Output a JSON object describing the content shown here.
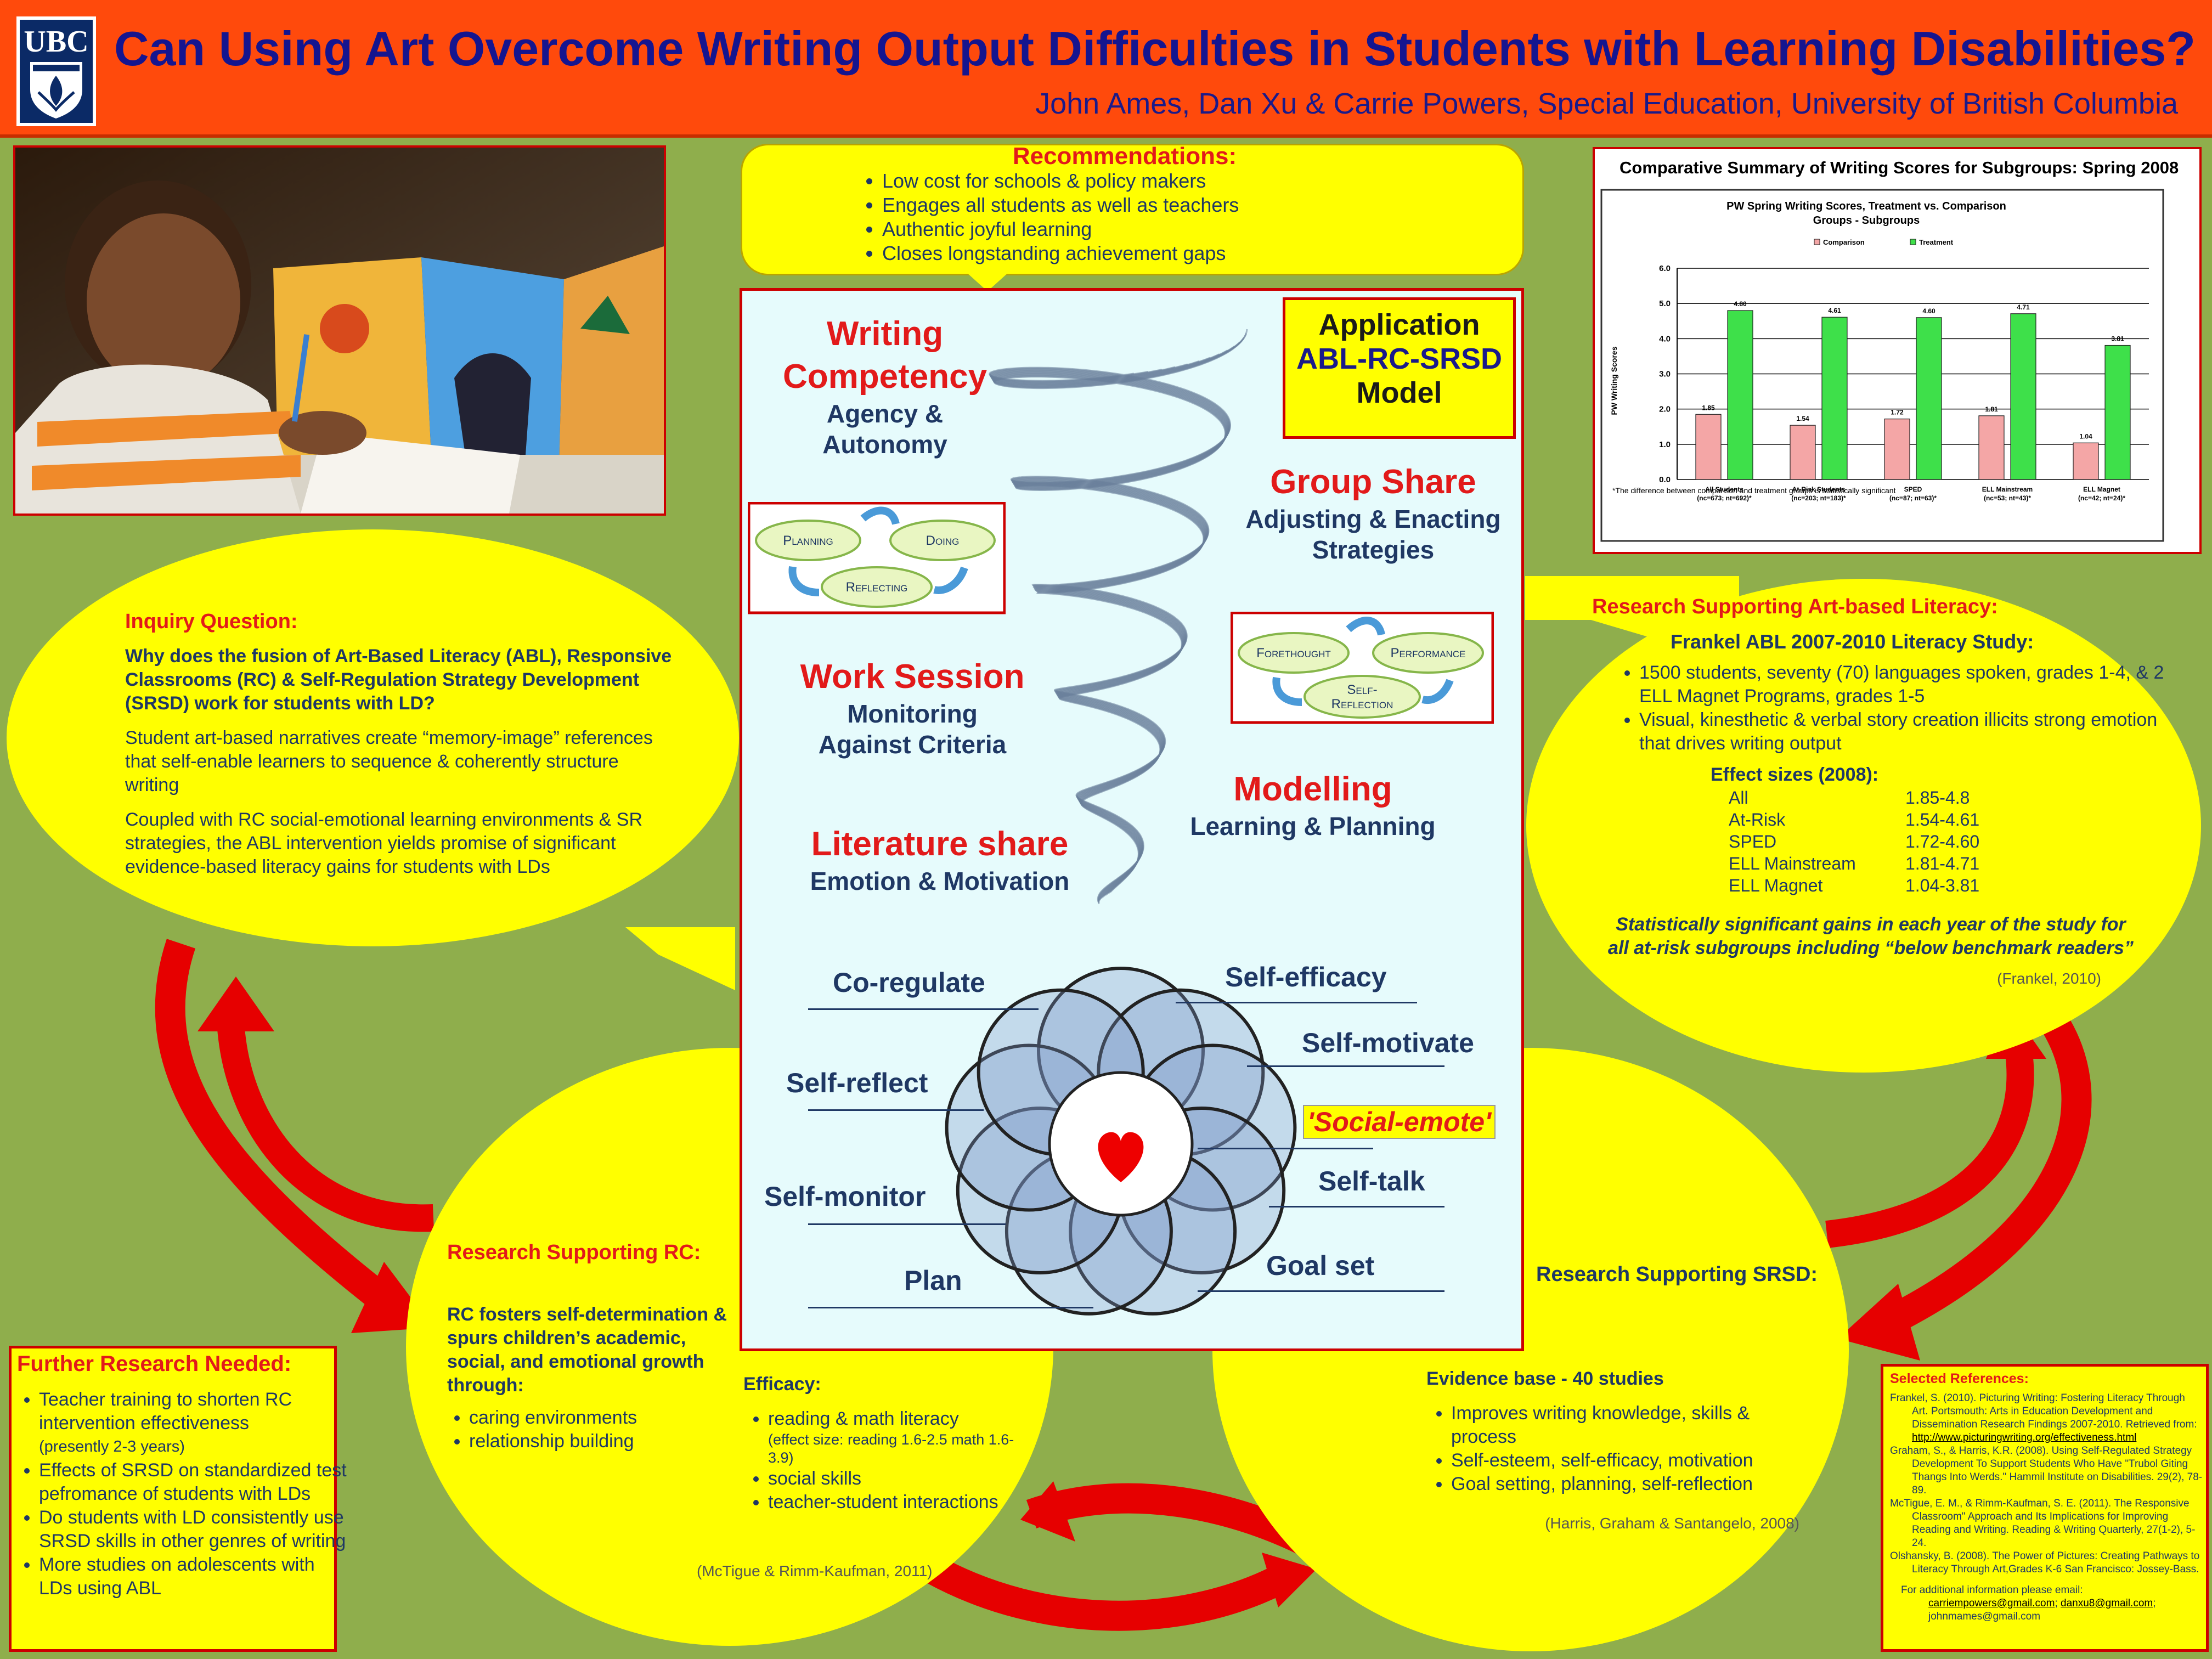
{
  "header": {
    "logo_text": "UBC",
    "title": "Can Using Art Overcome Writing Output Difficulties in Students with Learning Disabilities?",
    "authors": "John Ames, Dan Xu & Carrie Powers, Special Education, University of British Columbia"
  },
  "recommendations": {
    "heading": "Recommendations:",
    "items": [
      "Low cost for schools & policy makers",
      "Engages all students as well as teachers",
      "Authentic joyful learning",
      "Closes longstanding achievement gaps"
    ]
  },
  "model": {
    "application": [
      "Application",
      "ABL-RC-SRSD",
      "Model"
    ],
    "writing_competency": {
      "title1": "Writing",
      "title2": "Competency",
      "sub1": "Agency &",
      "sub2": "Autonomy"
    },
    "group_share": {
      "title": "Group Share",
      "sub1": "Adjusting & Enacting",
      "sub2": "Strategies"
    },
    "work_session": {
      "title": "Work Session",
      "sub1": "Monitoring",
      "sub2": "Against Criteria"
    },
    "modelling": {
      "title": "Modelling",
      "sub": "Learning & Planning"
    },
    "literature_share": {
      "title": "Literature share",
      "sub": "Emotion & Motivation"
    },
    "cycle1": [
      "Planning",
      "Doing",
      "Reflecting"
    ],
    "cycle2": [
      "Forethought",
      "Performance",
      "Self-",
      "Reflection"
    ],
    "flower": {
      "co_regulate": "Co-regulate",
      "self_efficacy": "Self-efficacy",
      "self_motivate": "Self-motivate",
      "self_reflect": "Self-reflect",
      "social_emote": "'Social-emote'",
      "self_talk": "Self-talk",
      "self_monitor": "Self-monitor",
      "goal_set": "Goal set",
      "plan": "Plan"
    }
  },
  "summary": {
    "outer_title": "Comparative Summary of Writing Scores for Subgroups: Spring 2008",
    "chart_title1": "PW Spring Writing Scores, Treatment vs. Comparison",
    "chart_title2": "Groups - Subgroups",
    "footnote": "*The difference between comparison and treatment groups is statistically significant"
  },
  "chart_data": {
    "type": "bar",
    "title": "PW Spring Writing Scores, Treatment vs. Comparison Groups - Subgroups",
    "ylabel": "PW Writing Scores",
    "ylim": [
      0,
      6
    ],
    "yticks": [
      "0.0",
      "1.0",
      "2.0",
      "3.0",
      "4.0",
      "5.0",
      "6.0"
    ],
    "categories": [
      {
        "line1": "All Students",
        "line2": "(nc=673; nt=692)*"
      },
      {
        "line1": "At-Risk Students",
        "line2": "(nc=203; nt=183)*"
      },
      {
        "line1": "SPED",
        "line2": "(nc=87; nt=63)*"
      },
      {
        "line1": "ELL Mainstream",
        "line2": "(nc=53; nt=43)*"
      },
      {
        "line1": "ELL Magnet",
        "line2": "(nc=42; nt=24)*"
      }
    ],
    "series": [
      {
        "name": "Comparison",
        "color": "#f4a6a6",
        "values": [
          1.85,
          1.54,
          1.72,
          1.81,
          1.04
        ],
        "labels": [
          "1.85",
          "1.54",
          "1.72",
          "1.81",
          "1.04"
        ]
      },
      {
        "name": "Treatment",
        "color": "#3ee04a",
        "values": [
          4.8,
          4.61,
          4.6,
          4.71,
          3.81
        ],
        "labels": [
          "4.80",
          "4.61",
          "4.60",
          "4.71",
          "3.81"
        ]
      }
    ],
    "legend": "top"
  },
  "inquiry": {
    "heading": "Inquiry Question:",
    "question": "Why does the fusion of Art-Based Literacy (ABL), Responsive Classrooms (RC) & Self-Regulation Strategy Development (SRSD) work for students with LD?",
    "p1": "Student art-based narratives create “memory-image” references that self-enable learners to sequence & coherently structure writing",
    "p2": "Coupled with RC social-emotional learning environments & SR strategies, the ABL intervention yields promise of significant evidence-based literacy gains for students with LDs"
  },
  "art_research": {
    "heading": "Research Supporting Art-based Literacy:",
    "study": "Frankel ABL 2007-2010 Literacy Study:",
    "bullets": [
      "1500 students, seventy (70) languages spoken, grades 1-4, & 2 ELL Magnet Programs, grades 1-5",
      "Visual, kinesthetic & verbal story creation illicits strong emotion that drives writing output"
    ],
    "effect_heading": "Effect sizes (2008):",
    "effects": [
      {
        "group": "All",
        "range": "1.85-4.8"
      },
      {
        "group": "At-Risk",
        "range": "1.54-4.61"
      },
      {
        "group": "SPED",
        "range": "1.72-4.60"
      },
      {
        "group": "ELL Mainstream",
        "range": "1.81-4.71"
      },
      {
        "group": "ELL Magnet",
        "range": "1.04-3.81"
      }
    ],
    "gains": "Statistically significant gains in each year of the study for all at-risk subgroups including “below benchmark readers”",
    "cite": "(Frankel, 2010)"
  },
  "rc_research": {
    "heading": "Research Supporting RC:",
    "intro": "RC fosters self-determination & spurs children’s academic, social, and emotional growth through:",
    "bullets": [
      "caring environments",
      "relationship building"
    ],
    "efficacy_heading": "Efficacy:",
    "efficacy_bullets": [
      "reading & math literacy",
      "social skills",
      "teacher-student interactions"
    ],
    "effect_note": "(effect size: reading 1.6-2.5 math 1.6-3.9)",
    "cite": "(McTigue & Rimm-Kaufman, 2011)"
  },
  "srsd_research": {
    "heading": "Research Supporting SRSD:",
    "evidence": "Evidence base - 40 studies",
    "bullets": [
      "Improves writing knowledge, skills & process",
      "Self-esteem, self-efficacy, motivation",
      "Goal setting, planning, self-reflection"
    ],
    "cite": "(Harris, Graham & Santangelo, 2008)"
  },
  "further": {
    "heading": "Further Research Needed:",
    "items": [
      {
        "text": "Teacher training to shorten RC intervention effectiveness",
        "note": "(presently 2-3 years)"
      },
      {
        "text": "Effects of SRSD on standardized test pefromance of students with LDs",
        "note": ""
      },
      {
        "text": "Do students with LD consistently use SRSD skills in other genres of writing",
        "note": ""
      },
      {
        "text": "More studies on adolescents with LDs using  ABL",
        "note": ""
      }
    ]
  },
  "references": {
    "heading": "Selected References:",
    "r1": "Frankel, S. (2010). Picturing Writing: Fostering Literacy Through Art. Portsmouth: Arts in Education Development and Dissemination Research Findings 2007-2010. Retrieved from:",
    "r1_link": "http://www.picturingwriting.org/effectiveness.html",
    "r2": "Graham, S., & Harris, K.R. (2008). Using Self-Regulated Strategy Development To Support Students Who Have \"Trubol Giting Thangs Into Werds.\" Hammil Institute on Disabilities. 29(2), 78-89.",
    "r3": "McTigue, E. M., & Rimm-Kaufman, S. E. (2011). The Responsive Classroom\" Approach and Its Implications for Improving Reading and Writing. Reading & Writing Quarterly, 27(1-2), 5-24.",
    "r4": "Olshansky, B. (2008). The Power of Pictures: Creating Pathways to Literacy Through Art,Grades K-6 San Francisco: Jossey-Bass.",
    "contact_label": "For additional information please email:",
    "email1": "carriempowers@gmail.com",
    "email2": "danxu8@gmail.com",
    "email3": "johnmames@gmail.com"
  }
}
